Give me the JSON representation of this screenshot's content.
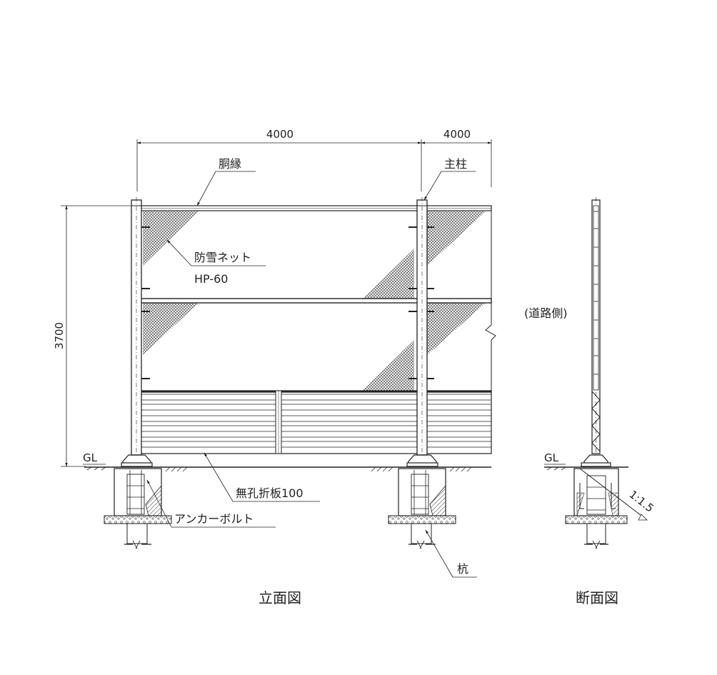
{
  "dimensions": {
    "span_main": "4000",
    "span_right": "4000",
    "height": "3700"
  },
  "labels": {
    "beam": "胴縁",
    "main_post": "主柱",
    "net_name": "防雪ネット",
    "net_model": "HP-60",
    "ground_left": "GL",
    "ground_right": "GL",
    "panel": "無孔折板100",
    "anchor_bolt": "アンカーボルト",
    "pile": "杭",
    "road_side": "(道路側)",
    "slope": "1:1.5"
  },
  "captions": {
    "elevation": "立面図",
    "section": "断面図"
  }
}
